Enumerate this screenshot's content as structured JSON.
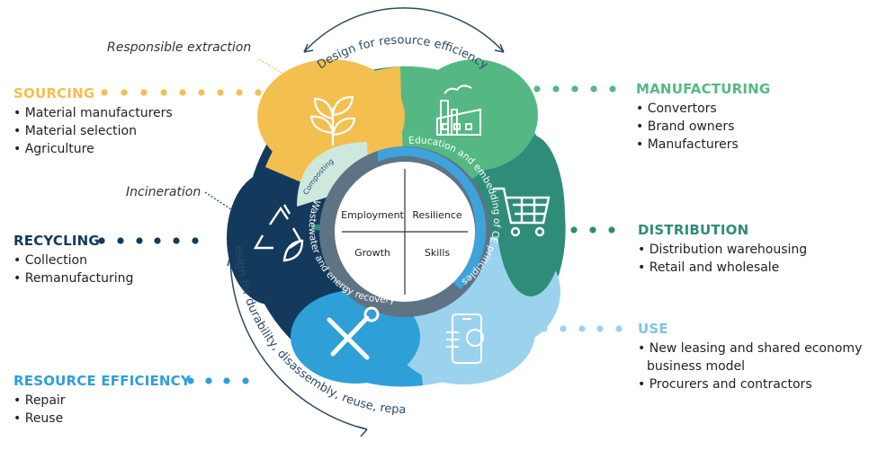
{
  "colors": {
    "sourcing": "#F3BF4F",
    "manufacturing": "#55B884",
    "distribution": "#2F8C79",
    "use": "#9BD3EE",
    "resource_efficiency": "#2F9FD8",
    "recycling": "#133A5C",
    "composting": "#CFE8DD",
    "inner_ring": "#5E7384",
    "inner_ring_blue": "#3EA3DA"
  },
  "stages": {
    "sourcing": {
      "title": "SOURCING",
      "items": [
        "Material manufacturers",
        "Material selection",
        "Agriculture"
      ]
    },
    "manufacturing": {
      "title": "MANUFACTURING",
      "items": [
        "Convertors",
        "Brand owners",
        "Manufacturers"
      ]
    },
    "distribution": {
      "title": "DISTRIBUTION",
      "items": [
        "Distribution warehousing",
        "Retail and wholesale"
      ]
    },
    "use": {
      "title": "USE",
      "items": [
        "New leasing and shared economy",
        "business model",
        "Procurers and contractors"
      ]
    },
    "resource_efficiency": {
      "title": "RESOURCE EFFICIENCY",
      "items": [
        "Repair",
        "Reuse"
      ]
    },
    "recycling": {
      "title": "RECYCLING",
      "items": [
        "Collection",
        "Remanufacturing"
      ]
    }
  },
  "notes": {
    "responsible_extraction": "Responsible extraction",
    "incineration": "Incineration"
  },
  "arcs": {
    "top": "Design for resource efficiency",
    "bottom": "Design for durability, disassembly, reuse, repair"
  },
  "inner_ring": {
    "composting": "Composting",
    "wastewater": "Wastewater and energy recovery",
    "education": "Education and embedding of CE principles"
  },
  "quadrants": [
    "Employment",
    "Resilience",
    "Growth",
    "Skills"
  ],
  "icons": {
    "sourcing": "sprout-icon",
    "manufacturing": "factory-icon",
    "distribution": "shopping-cart-icon",
    "use": "smartphone-payment-icon",
    "resource_efficiency": "wrench-screwdriver-icon",
    "recycling": "recycle-leaf-icon"
  }
}
